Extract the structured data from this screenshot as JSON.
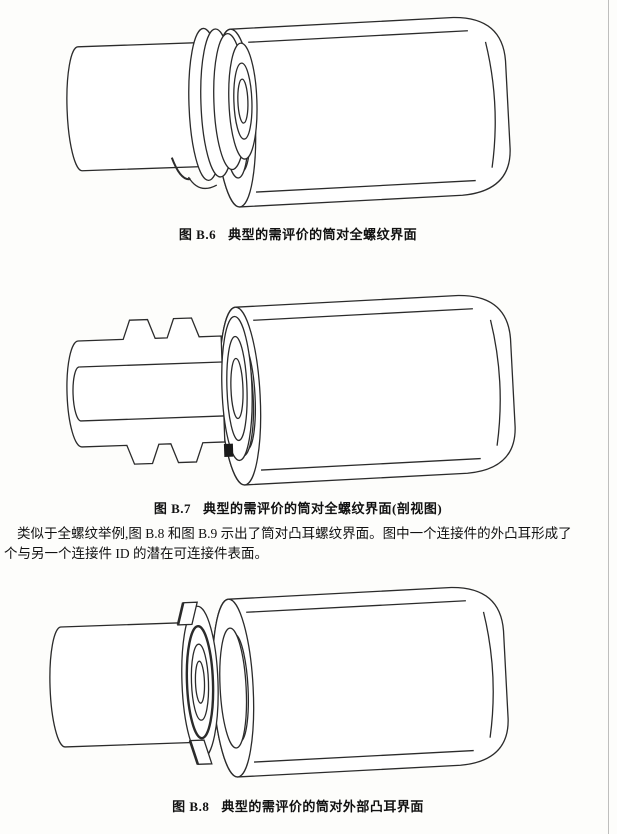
{
  "page": {
    "ink_color": "#2b2b2b",
    "figures": [
      {
        "id": "B.6",
        "label": "图 B.6",
        "caption": "典型的需评价的筒对全螺纹界面"
      },
      {
        "id": "B.7",
        "label": "图 B.7",
        "caption": "典型的需评价的筒对全螺纹界面(剖视图)"
      },
      {
        "id": "B.8",
        "label": "图 B.8",
        "caption": "典型的需评价的筒对外部凸耳界面"
      }
    ],
    "paragraph_lines": [
      "类似于全螺纹举例,图 B.8 和图 B.9 示出了筒对凸耳螺纹界面。图中一个连接件的外凸耳形成了",
      "个与另一个连接件 ID 的潜在可连接件表面。"
    ]
  }
}
